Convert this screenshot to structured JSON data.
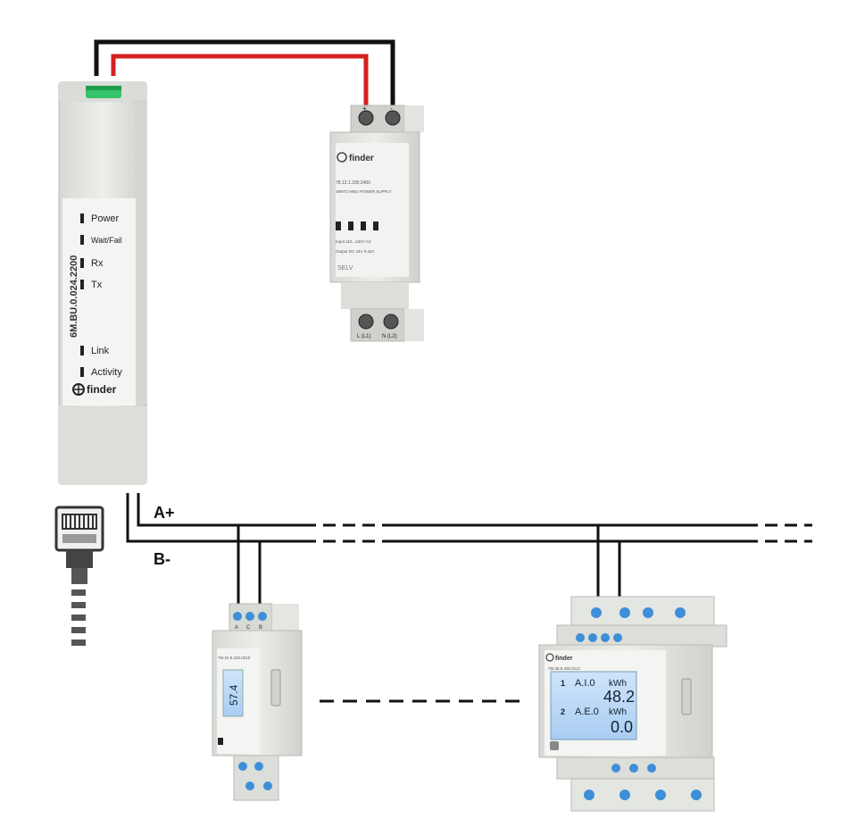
{
  "gateway": {
    "model": "6M.BU.0.024.2200",
    "brand": "finder",
    "leds": [
      "Power",
      "Wait/Fail",
      "Rx",
      "Tx",
      "Link",
      "Activity"
    ]
  },
  "power_supply": {
    "brand": "finder",
    "model": "78.12.1.230.2400",
    "type": "SWITCHING POWER SUPPLY",
    "input": "Input 110...240V AC",
    "output": "Output DC 24V 0.42A",
    "selv": "SELV",
    "terminals_top": [
      "+",
      "-"
    ],
    "terminals_bottom": [
      "L (L1)",
      "N (L2)"
    ]
  },
  "bus": {
    "a_label": "A+",
    "b_label": "B-"
  },
  "meter_small": {
    "model": "7M.24.8.230.0210",
    "display": "57.4",
    "terminals": [
      "A",
      "B",
      "C"
    ]
  },
  "meter_large": {
    "brand": "finder",
    "model": "7M.38.8.400.0112",
    "row1_label": "A.I.0",
    "row1_unit": "kWh",
    "row1_value": "48.2",
    "row2_label": "A.E.0",
    "row2_unit": "kWh",
    "row2_value": "0.0",
    "row1_index": "1",
    "row2_index": "2"
  },
  "colors": {
    "wire_black": "#111111",
    "wire_red": "#d42020",
    "device_body": "#e6e8e4",
    "led_panel": "#f4f5f2",
    "lcd": "#bcd8f5",
    "terminal_blue": "#3d8fd8"
  }
}
